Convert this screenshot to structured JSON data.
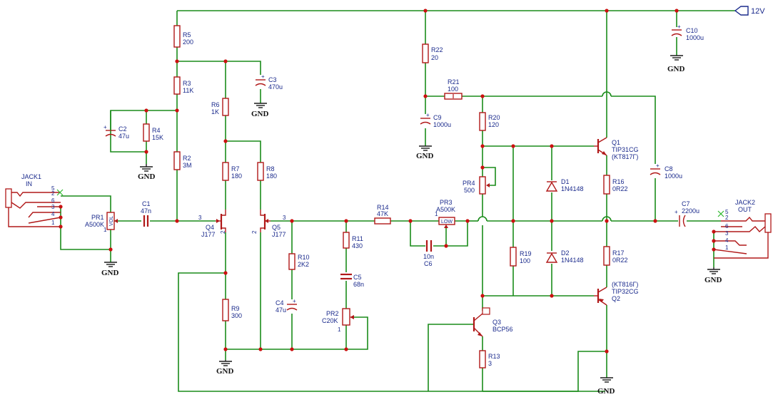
{
  "power_net": "12V",
  "gnd_label": "GND",
  "components": {
    "R5": {
      "ref": "R5",
      "val": "200"
    },
    "R3": {
      "ref": "R3",
      "val": "11K"
    },
    "R2": {
      "ref": "R2",
      "val": "3M"
    },
    "R4": {
      "ref": "R4",
      "val": "15K"
    },
    "R6": {
      "ref": "R6",
      "val": "1K"
    },
    "R7": {
      "ref": "R7",
      "val": "180"
    },
    "R8": {
      "ref": "R8",
      "val": "180"
    },
    "R9": {
      "ref": "R9",
      "val": "300"
    },
    "R10": {
      "ref": "R10",
      "val": "2K2"
    },
    "R11": {
      "ref": "R11",
      "val": "430"
    },
    "R13": {
      "ref": "R13",
      "val": "3"
    },
    "R14": {
      "ref": "R14",
      "val": "47K"
    },
    "R16": {
      "ref": "R16",
      "val": "0R22"
    },
    "R17": {
      "ref": "R17",
      "val": "0R22"
    },
    "R19": {
      "ref": "R19",
      "val": "100"
    },
    "R20": {
      "ref": "R20",
      "val": "120"
    },
    "R21": {
      "ref": "R21",
      "val": "100"
    },
    "R22": {
      "ref": "R22",
      "val": "20"
    },
    "C1": {
      "ref": "C1",
      "val": "47n"
    },
    "C2": {
      "ref": "C2",
      "val": "47u"
    },
    "C3": {
      "ref": "C3",
      "val": "470u"
    },
    "C4": {
      "ref": "C4",
      "val": "47u"
    },
    "C5": {
      "ref": "C5",
      "val": "68n"
    },
    "C6": {
      "ref": "C6",
      "val": "10n"
    },
    "C7": {
      "ref": "C7",
      "val": "2200u"
    },
    "C8": {
      "ref": "C8",
      "val": "1000u"
    },
    "C9": {
      "ref": "C9",
      "val": "1000u"
    },
    "C10": {
      "ref": "C10",
      "val": "1000u"
    },
    "D1": {
      "ref": "D1",
      "val": "1N4148"
    },
    "D2": {
      "ref": "D2",
      "val": "1N4148"
    },
    "Q1": {
      "ref": "Q1",
      "val": "TIP31CG",
      "alt": "(KT817Г)"
    },
    "Q2": {
      "ref": "Q2",
      "val": "TIP32CG",
      "alt": "(KT816Г)"
    },
    "Q3": {
      "ref": "Q3",
      "val": "BCP56"
    },
    "Q4": {
      "ref": "Q4",
      "val": "J177"
    },
    "Q5": {
      "ref": "Q5",
      "val": "J177"
    },
    "PR1": {
      "ref": "PR1",
      "val": "A500K",
      "body": "VOL"
    },
    "PR2": {
      "ref": "PR2",
      "val": "C20K"
    },
    "PR3": {
      "ref": "PR3",
      "val": "A500K",
      "body": "LOW"
    },
    "PR4": {
      "ref": "PR4",
      "val": "500"
    },
    "JACK1": {
      "ref": "JACK1",
      "val": "IN"
    },
    "JACK2": {
      "ref": "JACK2",
      "val": "OUT"
    }
  },
  "pins": {
    "jack_pins": [
      "5",
      "2",
      "6",
      "3",
      "4",
      "1"
    ],
    "q4_gate": "3",
    "q4_drain": "2",
    "q5_gate": "3",
    "q5_drain": "2",
    "pot_pin1": "1"
  },
  "colors": {
    "wire": "#1a8c1a",
    "part": "#b01818",
    "text": "#1a2a8c",
    "junction": "#cc1010",
    "power": "#1a2a8c"
  }
}
